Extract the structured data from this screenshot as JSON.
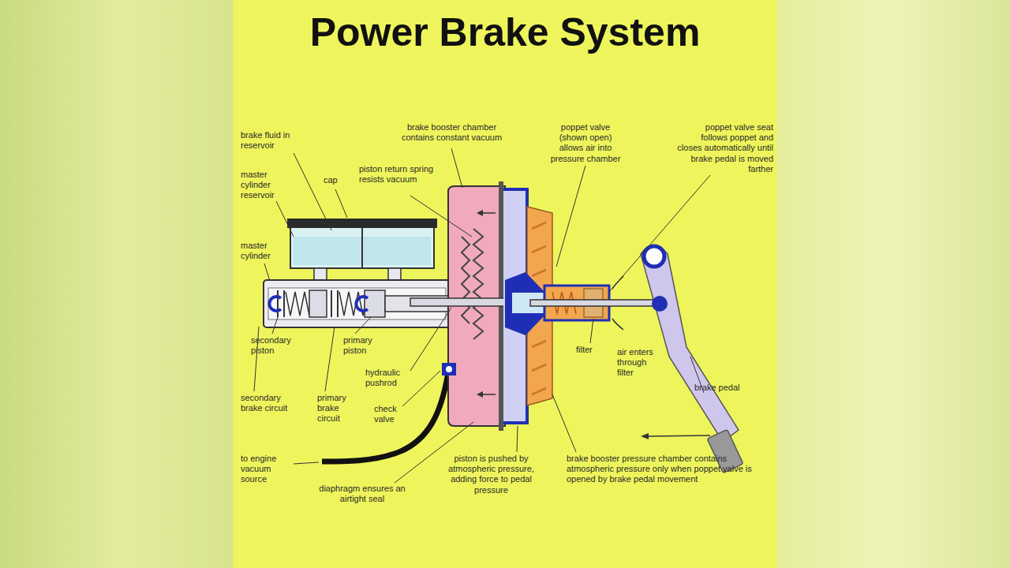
{
  "diagram": {
    "title": "Power Brake System",
    "labels": [
      "brake fluid in reservoir",
      "master cylinder reservoir",
      "cap",
      "master cylinder",
      "brake booster chamber contains constant vacuum",
      "piston return spring resists vacuum",
      "poppet valve (shown open) allows air into pressure chamber",
      "poppet valve seat follows poppet and closes automatically until brake pedal is moved farther",
      "secondary piston",
      "primary piston",
      "hydraulic pushrod",
      "check valve",
      "filter",
      "air enters through filter",
      "secondary brake circuit",
      "primary brake circuit",
      "brake pedal",
      "to engine vacuum source",
      "diaphragm ensures an airtight seal",
      "piston is pushed by atmospheric pressure, adding force to pedal pressure",
      "brake booster pressure chamber contains atmospheric pressure only when poppet valve is opened by brake pedal movement"
    ]
  }
}
